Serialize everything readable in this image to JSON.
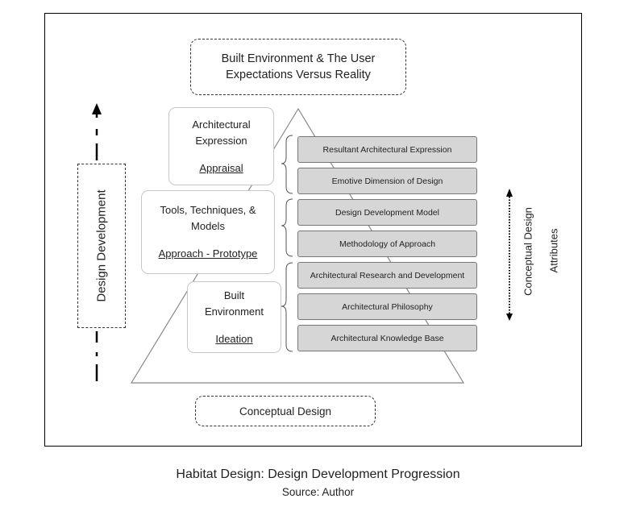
{
  "top_box": {
    "line1": "Built Environment & The User",
    "line2": "Expectations Versus  Reality"
  },
  "bottom_box": {
    "label": "Conceptual Design"
  },
  "left_box": {
    "label": "Design Development"
  },
  "stages": [
    {
      "line1": "Architectural",
      "line2": "Expression",
      "sub": "Appraisal"
    },
    {
      "line1": "Tools, Techniques, &",
      "line2": "Models",
      "sub": "Approach - Prototype"
    },
    {
      "line1": "Built",
      "line2": "Environment",
      "sub": "Ideation"
    }
  ],
  "bars": [
    "Resultant Architectural Expression",
    "Emotive Dimension of Design",
    "Design Development Model",
    "Methodology of Approach",
    "Architectural Research and Development",
    "Architectural Philosophy",
    "Architectural Knowledge Base"
  ],
  "right_labels": {
    "conceptual": "Conceptual Design",
    "attributes": "Attributes"
  },
  "caption": {
    "title": "Habitat Design: Design Development Progression",
    "source": "Source: Author"
  }
}
